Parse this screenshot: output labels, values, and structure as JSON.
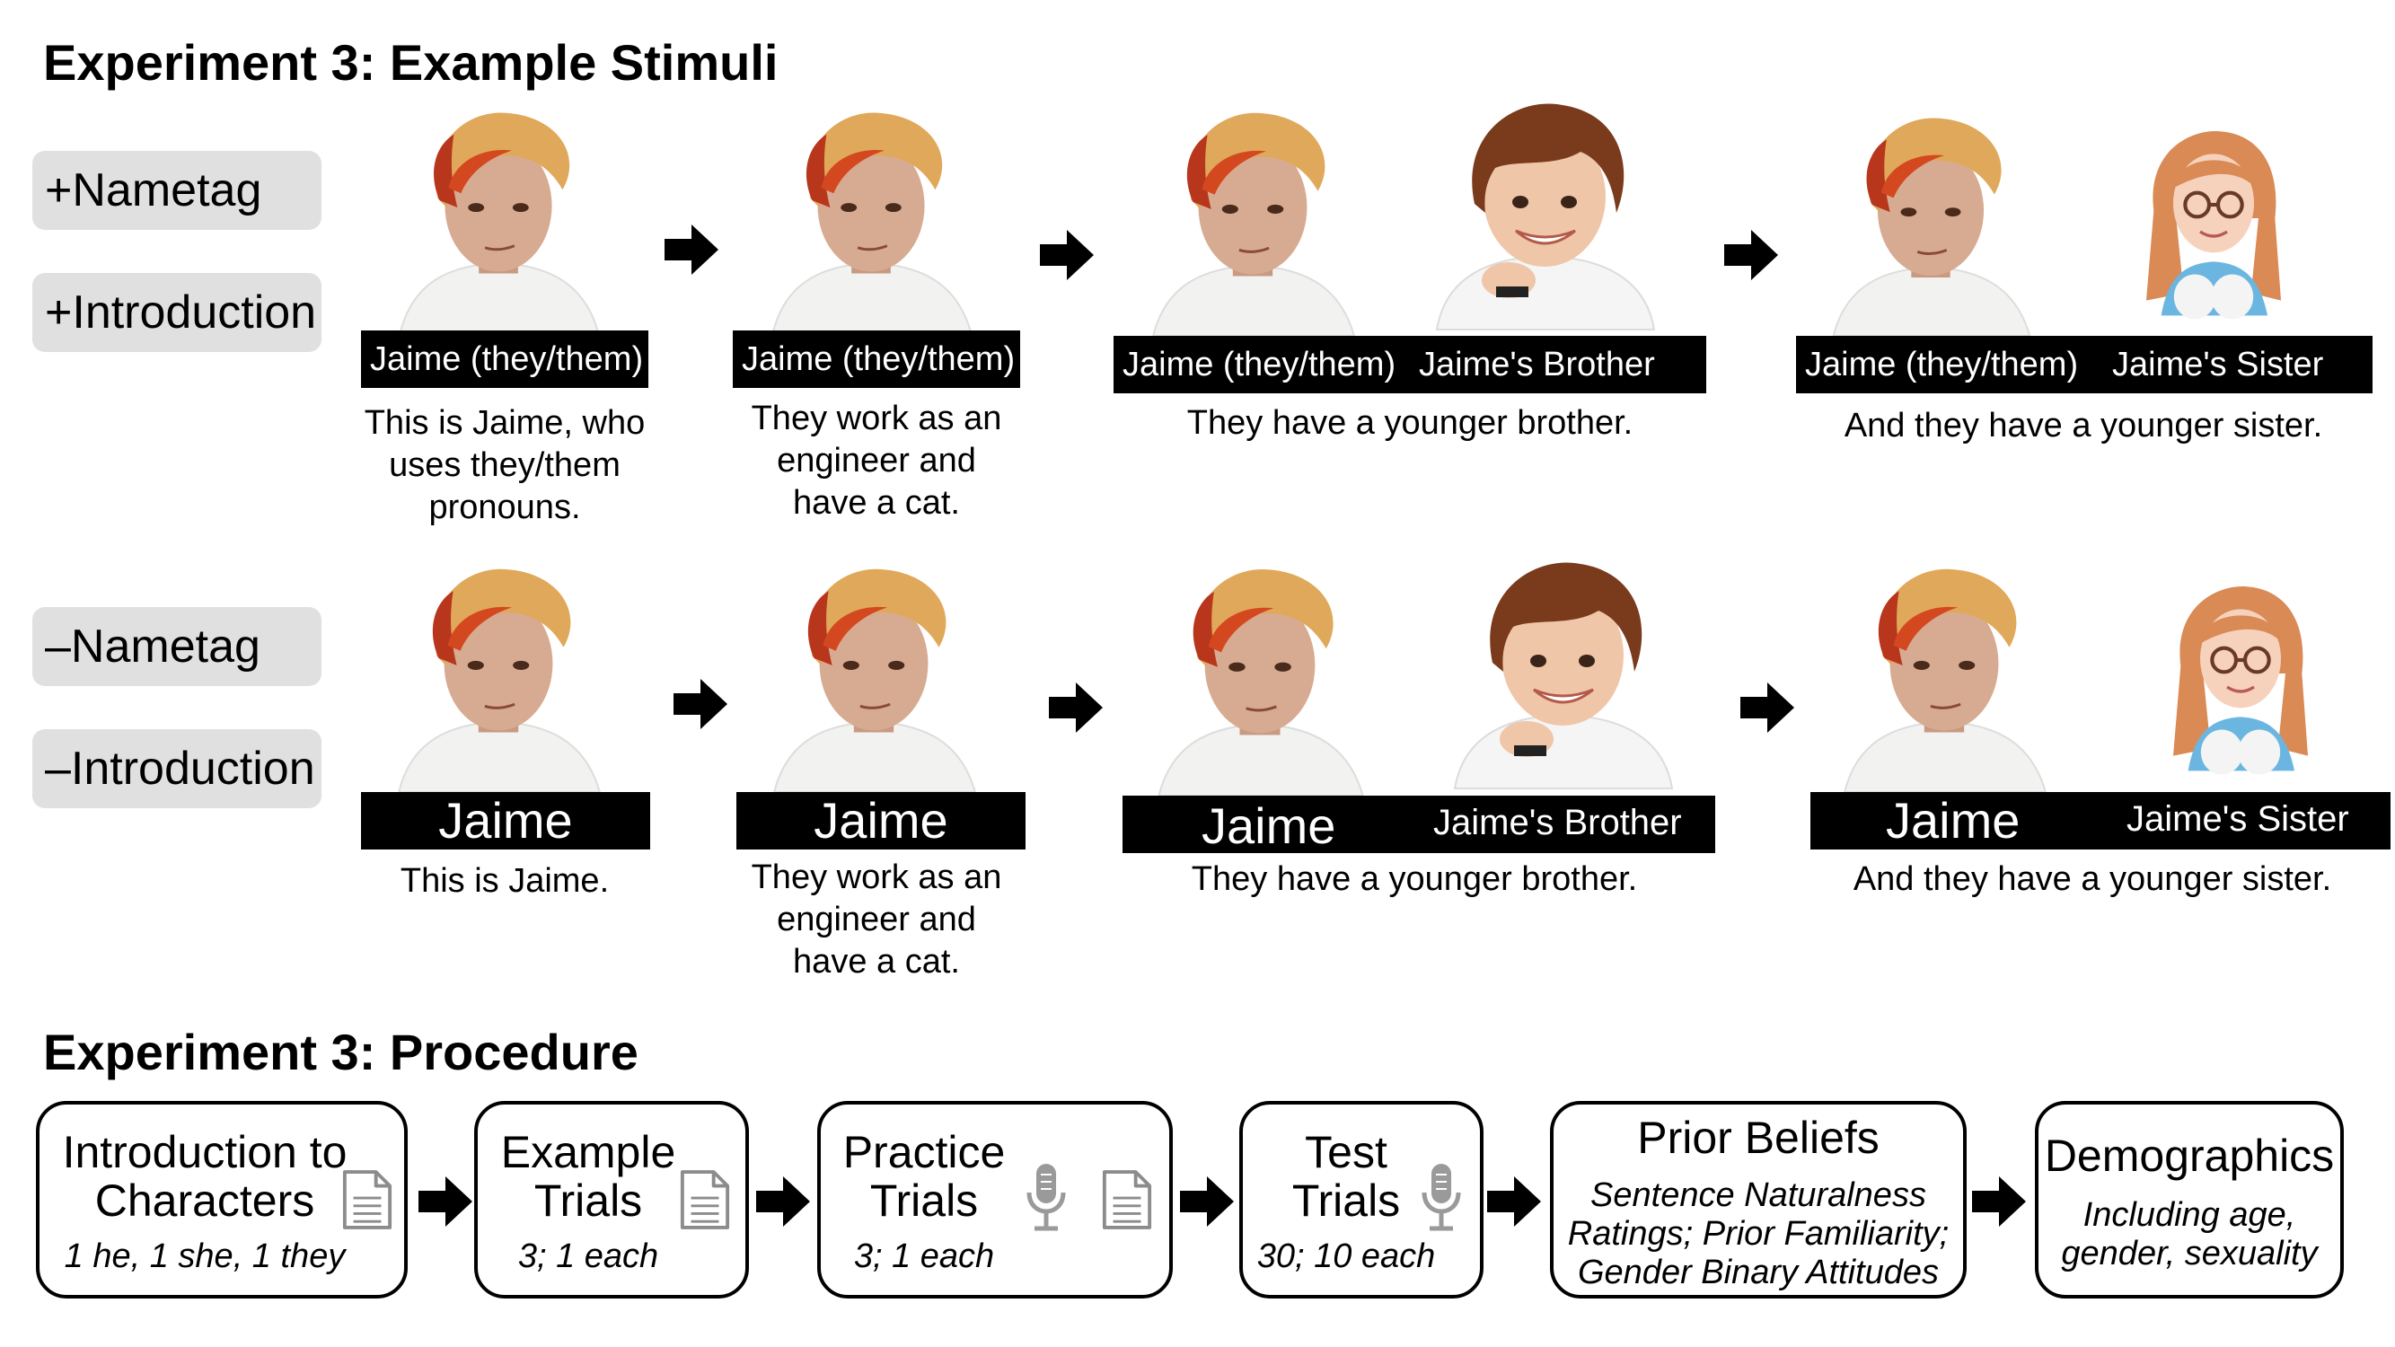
{
  "stimuli": {
    "title": "Experiment 3: Example Stimuli",
    "conditions_top": [
      "+Nametag",
      "+Introduction"
    ],
    "conditions_bottom": [
      "–Nametag",
      "–Introduction"
    ],
    "top_row": {
      "panel1": {
        "tag": "Jaime (they/them)",
        "caption": [
          "This is Jaime, who",
          "uses they/them",
          "pronouns."
        ]
      },
      "panel2": {
        "tag": "Jaime (they/them)",
        "caption": [
          "They work as an",
          "engineer and",
          "have a cat."
        ]
      },
      "panel3": {
        "tag": "Jaime (they/them)",
        "tag2": "Jaime's Brother",
        "caption": "They have a younger brother."
      },
      "panel4": {
        "tag": "Jaime (they/them)",
        "tag2": "Jaime's Sister",
        "caption": "And they have a younger sister."
      }
    },
    "bottom_row": {
      "panel1": {
        "tag": "Jaime",
        "caption": "This is Jaime."
      },
      "panel2": {
        "tag": "Jaime",
        "caption": [
          "They work as an",
          "engineer and",
          "have a cat."
        ]
      },
      "panel3": {
        "tag": "Jaime",
        "tag2": "Jaime's Brother",
        "caption": "They have a younger brother."
      },
      "panel4": {
        "tag": "Jaime",
        "tag2": "Jaime's Sister",
        "caption": "And they have a younger sister."
      }
    }
  },
  "procedure": {
    "title": "Experiment 3: Procedure",
    "steps": [
      {
        "title": [
          "Introduction to",
          "Characters"
        ],
        "detail": [
          "1 he, 1 she, 1 they"
        ],
        "icons": [
          "document-icon"
        ]
      },
      {
        "title": [
          "Example",
          "Trials"
        ],
        "detail": [
          "3; 1 each"
        ],
        "icons": [
          "document-icon"
        ]
      },
      {
        "title": [
          "Practice",
          "Trials"
        ],
        "detail": [
          "3; 1 each"
        ],
        "icons": [
          "microphone-icon",
          "document-icon"
        ]
      },
      {
        "title": [
          "Test",
          "Trials"
        ],
        "detail": [
          "30; 10 each"
        ],
        "icons": [
          "microphone-icon"
        ]
      },
      {
        "title": [
          "Prior Beliefs"
        ],
        "detail": [
          "Sentence Naturalness",
          "Ratings; Prior Familiarity;",
          "Gender Binary Attitudes"
        ],
        "icons": []
      },
      {
        "title": [
          "Demographics"
        ],
        "detail": [
          "Including age,",
          "gender, sexuality"
        ],
        "icons": []
      }
    ]
  },
  "colors": {
    "condition_bg": "#e0e0e0",
    "tag_bg": "#000000",
    "icon_gray": "#8c8c8c"
  }
}
